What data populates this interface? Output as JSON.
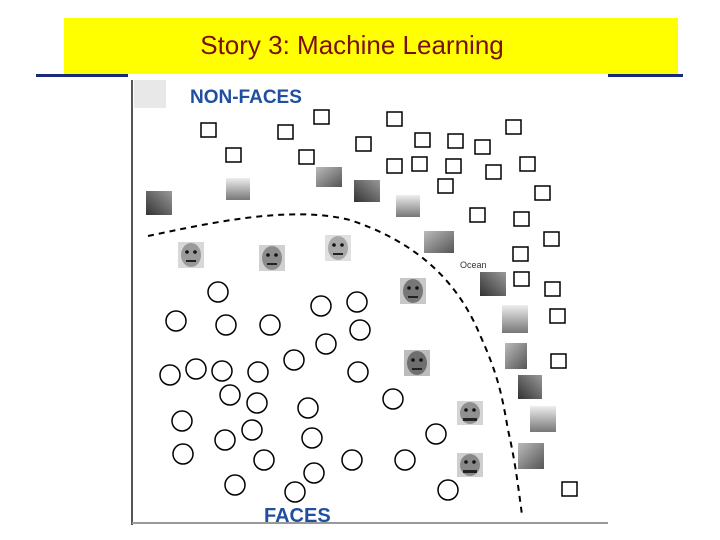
{
  "slide": {
    "title": "Story 3: Machine Learning"
  },
  "diagram": {
    "non_faces_label": "NON-FACES",
    "faces_label": "FACES",
    "thumbnail_text": "Ocean",
    "colors": {
      "title_bg": "#ffff00",
      "title_text": "#7a0f0f",
      "rule": "#1a2a7a",
      "label": "#1f4fa0",
      "marker": "#000000"
    }
  }
}
